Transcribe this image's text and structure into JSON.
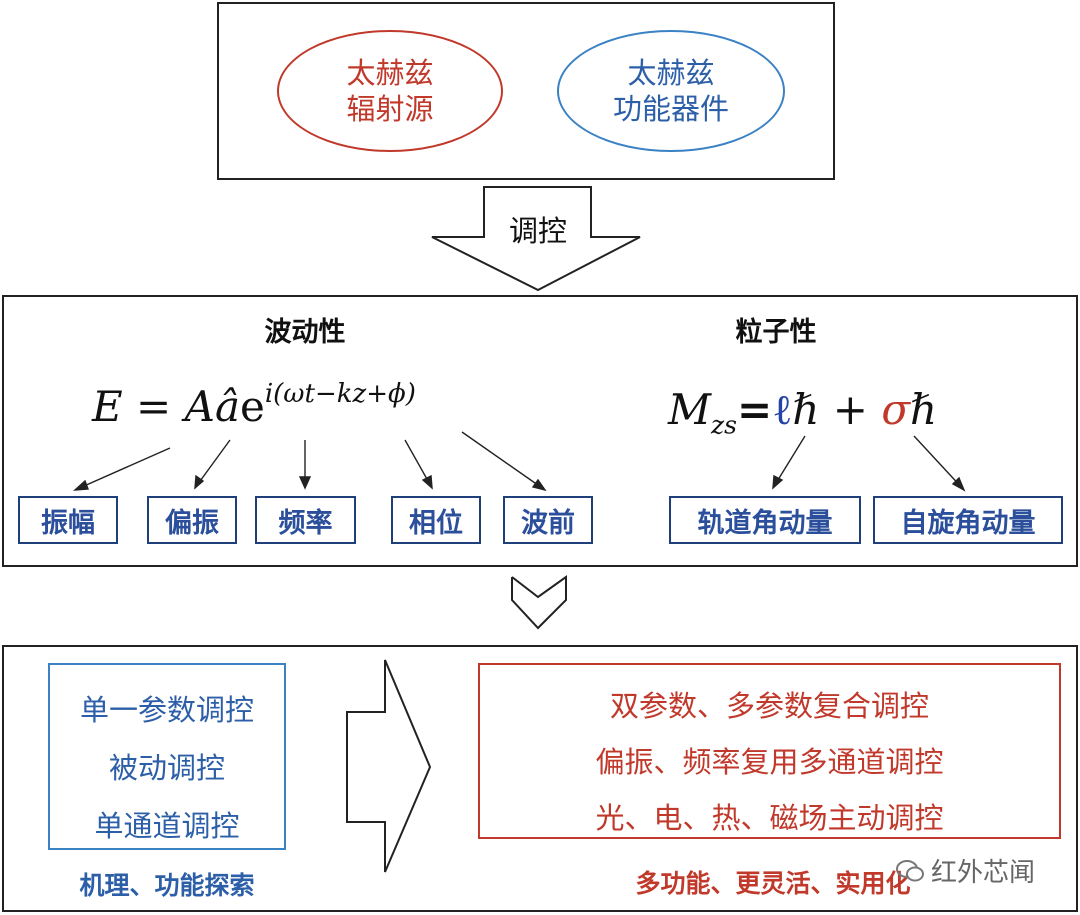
{
  "top": {
    "source_line1": "太赫兹",
    "source_line2": "辐射源",
    "device_line1": "太赫兹",
    "device_line2": "功能器件"
  },
  "arrow_label": "调控",
  "middle": {
    "wave_title": "波动性",
    "particle_title": "粒子性",
    "wave_equation": {
      "lhs": "E",
      "eq": "=",
      "amp": "A",
      "hat": "â",
      "e": "e",
      "exponent": "i(ωt−kz+ϕ)"
    },
    "particle_equation": {
      "m": "M",
      "sub": "zs",
      "eq": "=",
      "ell": "ℓ",
      "hbar1": "ℏ",
      "plus": " + ",
      "sigma": "σ",
      "hbar2": "ℏ"
    },
    "wave_tags": [
      "振幅",
      "偏振",
      "频率",
      "相位",
      "波前"
    ],
    "particle_tags": [
      "轨道角动量",
      "自旋角动量"
    ]
  },
  "bottom": {
    "left_lines": [
      "单一参数调控",
      "被动调控",
      "单通道调控"
    ],
    "left_caption": "机理、功能探索",
    "right_lines": [
      "双参数、多参数复合调控",
      "偏振、频率复用多通道调控",
      "光、电、热、磁场主动调控"
    ],
    "right_caption": "多功能、更灵活、实用化"
  },
  "watermark": "红外芯闻",
  "colors": {
    "red": "#c0392b",
    "blue": "#2c5fa8",
    "tag_text": "#2c4f9c"
  }
}
